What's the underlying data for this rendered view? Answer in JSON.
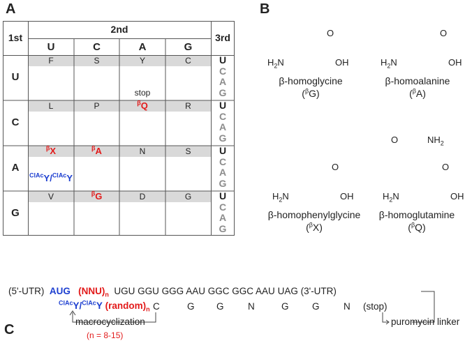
{
  "panels": {
    "a": "A",
    "b": "B",
    "c": "C"
  },
  "codon_table": {
    "header_first": "1st",
    "header_second": "2nd",
    "header_third": "3rd",
    "second_bases": [
      "U",
      "C",
      "A",
      "G"
    ],
    "first_bases": [
      "U",
      "C",
      "A",
      "G"
    ],
    "third_bases": [
      "U",
      "C",
      "A",
      "G"
    ],
    "rows": [
      [
        "F",
        "S",
        "Y",
        "C"
      ],
      [
        "L",
        "P",
        "Q",
        "R"
      ],
      [
        "X",
        "A",
        "N",
        "S"
      ],
      [
        "V",
        "G",
        "D",
        "G"
      ]
    ],
    "stop_label": "stop",
    "beta_prefix": "β",
    "initiator": {
      "prefix": "ClAc",
      "name": "Y"
    },
    "colors": {
      "gray_band": "#d9d9d9",
      "red": "#e21a1a",
      "blue": "#1d3fd0",
      "third_gray": "#8c8c8c"
    }
  },
  "molecules": [
    {
      "name": "β-homoglycine",
      "abbr_prefix": "β",
      "abbr_letter": "G",
      "amine": "H2N",
      "acid": "OH"
    },
    {
      "name": "β-homoalanine",
      "abbr_prefix": "β",
      "abbr_letter": "A",
      "amine": "H2N",
      "acid": "OH"
    },
    {
      "name": "β-homophenylglycine",
      "abbr_prefix": "β",
      "abbr_letter": "X",
      "amine": "H2N",
      "acid": "OH"
    },
    {
      "name": "β-homoglutamine",
      "abbr_prefix": "β",
      "abbr_letter": "Q",
      "amine": "H2N",
      "acid": "OH",
      "amide": "NH2"
    }
  ],
  "construct": {
    "utr5": "(5'-UTR)",
    "start": "AUG",
    "random_codon": "(NNU)",
    "codons": [
      "UGU",
      "GGU",
      "GGG",
      "AAU",
      "GGC",
      "GGC",
      "AAU",
      "UAG"
    ],
    "utr3": "(3'-UTR)",
    "peptide_prefix": "ClAc",
    "peptide_y": "Y",
    "random_peptide": "(random)",
    "subscript": "n",
    "residues": [
      "C",
      "G",
      "G",
      "N",
      "G",
      "G",
      "N"
    ],
    "stop": "(stop)",
    "linker": "puromycin linker",
    "macrocyclization": "macrocyclization",
    "n_range": "(n = 8-15)"
  }
}
